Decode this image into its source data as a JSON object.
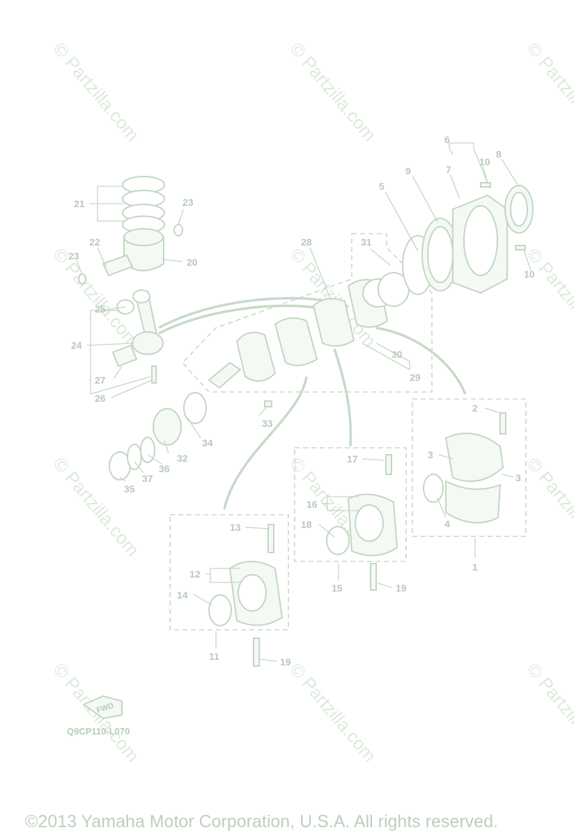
{
  "watermark": "© Partzilla.com",
  "diagram_code": "Q9CP110-L070",
  "fwd_label": "FWD",
  "copyright": "©2013 Yamaha Motor Corporation, U.S.A. All rights reserved.",
  "callouts": {
    "c1": "1",
    "c2": "2",
    "c3a": "3",
    "c3b": "3",
    "c4": "4",
    "c5": "5",
    "c6": "6",
    "c7": "7",
    "c8": "8",
    "c9": "9",
    "c10a": "10",
    "c10b": "10",
    "c11": "11",
    "c12": "12",
    "c13": "13",
    "c14": "14",
    "c15": "15",
    "c16": "16",
    "c17": "17",
    "c18": "18",
    "c19a": "19",
    "c19b": "19",
    "c20": "20",
    "c21": "21",
    "c22": "22",
    "c23a": "23",
    "c23b": "23",
    "c24": "24",
    "c25": "25",
    "c26": "26",
    "c27": "27",
    "c28": "28",
    "c29": "29",
    "c30": "30",
    "c31": "31",
    "c32": "32",
    "c33": "33",
    "c34": "34",
    "c35": "35",
    "c36": "36",
    "c37": "37"
  },
  "colors": {
    "line": "#c3d6c3",
    "text": "#b6cbb6",
    "watermark": "#dcebdc"
  }
}
